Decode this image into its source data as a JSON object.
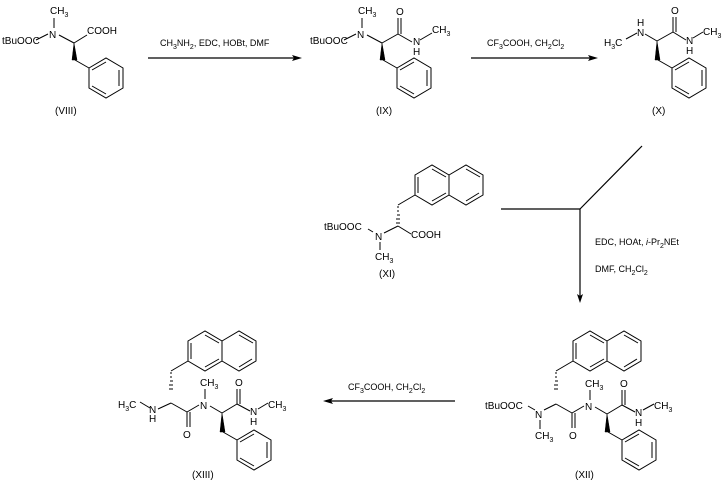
{
  "scheme_title": "",
  "compounds": [
    {
      "id": "VIII",
      "label": "(VIII)",
      "groups": {
        "protecting": "tBuOOC",
        "n_methyl": "CH",
        "n_methyl_sub": "3",
        "acid": "COOH",
        "n_atom": "N"
      }
    },
    {
      "id": "IX",
      "label": "(IX)",
      "groups": {
        "protecting": "tBuOOC",
        "n_methyl": "CH",
        "n_methyl_sub": "3",
        "carbonyl_o": "O",
        "amide_n": "N",
        "amide_h": "H",
        "amide_methyl": "CH",
        "amide_methyl_sub": "3",
        "n_atom": "N"
      }
    },
    {
      "id": "X",
      "label": "(X)",
      "groups": {
        "amine_h": "H",
        "amine_n": "N",
        "methyl_left": "H",
        "methyl_left_sub": "3",
        "methyl_left_c": "C",
        "carbonyl_o": "O",
        "amide_n": "N",
        "amide_h": "H",
        "amide_methyl": "CH",
        "amide_methyl_sub": "3"
      }
    },
    {
      "id": "XI",
      "label": "(XI)",
      "groups": {
        "protecting": "tBuOOC",
        "n_atom": "N",
        "n_methyl": "CH",
        "n_methyl_sub": "3",
        "acid": "COOH"
      }
    },
    {
      "id": "XII",
      "label": "(XII)",
      "groups": {
        "protecting": "tBuOOC",
        "n_atom": "N",
        "n_methyl": "CH",
        "n_methyl_sub": "3",
        "o1": "O",
        "n2": "N",
        "n2_methyl": "CH",
        "n2_methyl_sub": "3",
        "o2": "O",
        "amide_n": "N",
        "amide_h": "H",
        "amide_methyl": "CH",
        "amide_methyl_sub": "3"
      }
    },
    {
      "id": "XIII",
      "label": "(XIII)",
      "groups": {
        "methyl_left": "H",
        "methyl_left_sub": "3",
        "methyl_left_c": "C",
        "amine_n": "N",
        "amine_h": "H",
        "o1": "O",
        "n2": "N",
        "n2_methyl": "CH",
        "n2_methyl_sub": "3",
        "o2": "O",
        "amide_n": "N",
        "amide_h": "H",
        "amide_methyl": "CH",
        "amide_methyl_sub": "3"
      }
    }
  ],
  "reactions": [
    {
      "from": "VIII",
      "to": "IX",
      "direction": "right",
      "reagents": [
        {
          "t": "CH"
        },
        {
          "t": "3",
          "sub": true
        },
        {
          "t": "NH"
        },
        {
          "t": "2",
          "sub": true
        },
        {
          "t": ", EDC, HOBt, DMF"
        }
      ]
    },
    {
      "from": "IX",
      "to": "X",
      "direction": "right",
      "reagents": [
        {
          "t": "CF"
        },
        {
          "t": "3",
          "sub": true
        },
        {
          "t": "COOH, CH"
        },
        {
          "t": "2",
          "sub": true
        },
        {
          "t": "Cl"
        },
        {
          "t": "2",
          "sub": true
        }
      ]
    },
    {
      "from": [
        "X",
        "XI"
      ],
      "to": "XII",
      "direction": "down",
      "reagents_line1": [
        {
          "t": "EDC, HOAt, "
        },
        {
          "t": "i",
          "italic": true
        },
        {
          "t": "-Pr"
        },
        {
          "t": "2",
          "sub": true
        },
        {
          "t": "NEt"
        }
      ],
      "reagents_line2": [
        {
          "t": "DMF, CH"
        },
        {
          "t": "2",
          "sub": true
        },
        {
          "t": "Cl"
        },
        {
          "t": "2",
          "sub": true
        }
      ]
    },
    {
      "from": "XII",
      "to": "XIII",
      "direction": "left",
      "reagents": [
        {
          "t": "CF"
        },
        {
          "t": "3",
          "sub": true
        },
        {
          "t": "COOH, CH"
        },
        {
          "t": "2",
          "sub": true
        },
        {
          "t": "Cl"
        },
        {
          "t": "2",
          "sub": true
        }
      ]
    }
  ]
}
